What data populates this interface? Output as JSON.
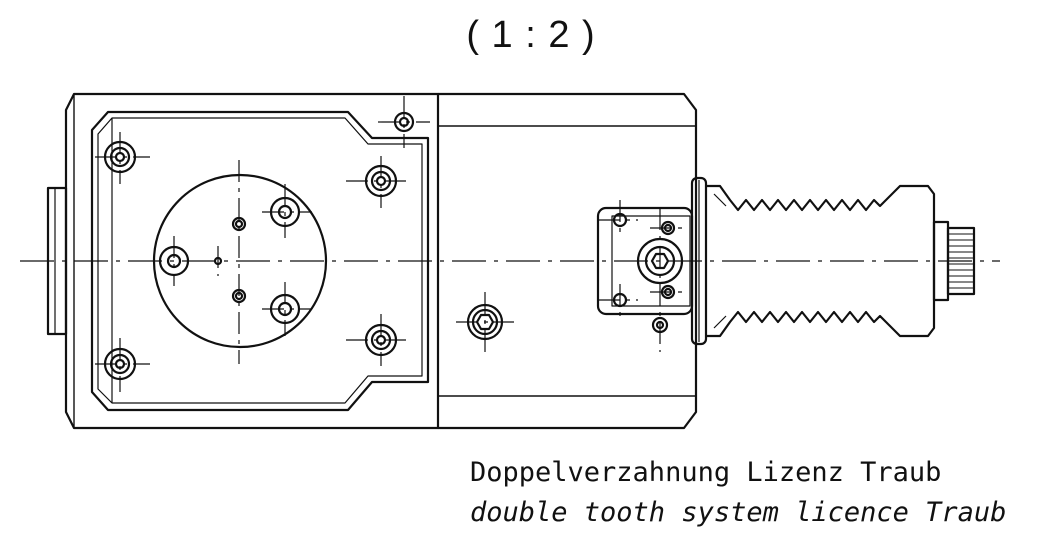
{
  "scale": "( 1 : 2 )",
  "notes": {
    "german": "Doppelverzahnung Lizenz Traub",
    "english": "double tooth system licence Traub"
  }
}
